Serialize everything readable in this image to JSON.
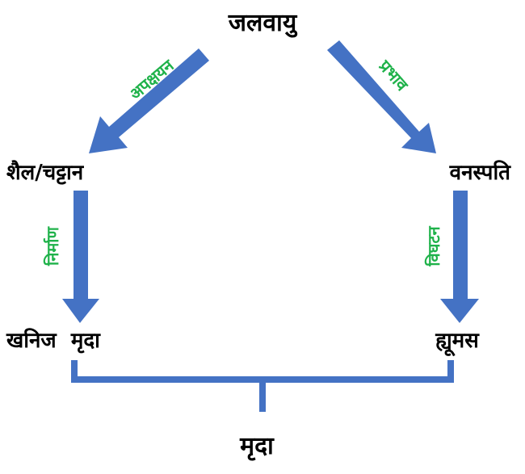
{
  "colors": {
    "arrow": "#4472c4",
    "node_text": "#000000",
    "edge_text": "#1fb24a",
    "background": "#ffffff"
  },
  "nodes": {
    "climate": "जलवायु",
    "rock": "शैल/चट्टान",
    "vegetation": "वनस्पति",
    "mineral_soil": "खनिज  मृदा",
    "humus": "ह्यूमस",
    "soil": "मृदा"
  },
  "edges": {
    "climate_to_rock": "अपक्षयन",
    "climate_to_vegetation": "प्रभाव",
    "rock_to_mineral_soil": "निर्माण",
    "vegetation_to_humus": "विघटन"
  }
}
